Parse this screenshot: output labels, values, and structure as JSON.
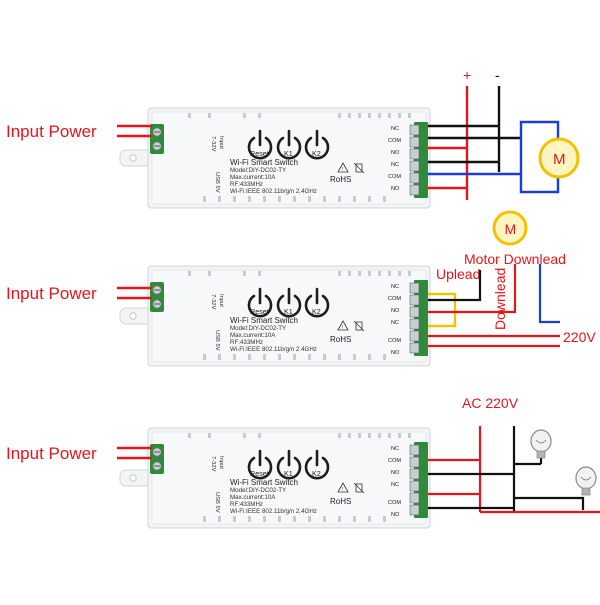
{
  "module": {
    "title": "Wi-Fi Smart Switch",
    "model": "Model:DIY-DC02-TY",
    "current": "Max.current:10A",
    "rf": "RF:433MHz",
    "wifi": "Wi-Fi:IEEE 802.11b/g/n 2.4GHz",
    "input_label": "Input",
    "voltage": "7-32V",
    "usb": "USB 5V",
    "buttons": [
      "Reset",
      "K1",
      "K2"
    ],
    "pins": [
      "NC",
      "COM",
      "NO",
      "NC",
      "COM",
      "NO"
    ],
    "cert": "RoHS"
  },
  "labels": {
    "input_power": "Input Power",
    "plus": "+",
    "minus": "-",
    "motor": "M",
    "motor_downlead": "Motor Downlead",
    "uplead": "Uplead",
    "downlead": "Downlead",
    "v220": "220V",
    "ac220": "AC 220V"
  },
  "colors": {
    "red": "#e8141c",
    "blue": "#1a3fd6",
    "black": "#111111",
    "yellow": "#f2c200",
    "terminal": "#2e8b3a"
  }
}
